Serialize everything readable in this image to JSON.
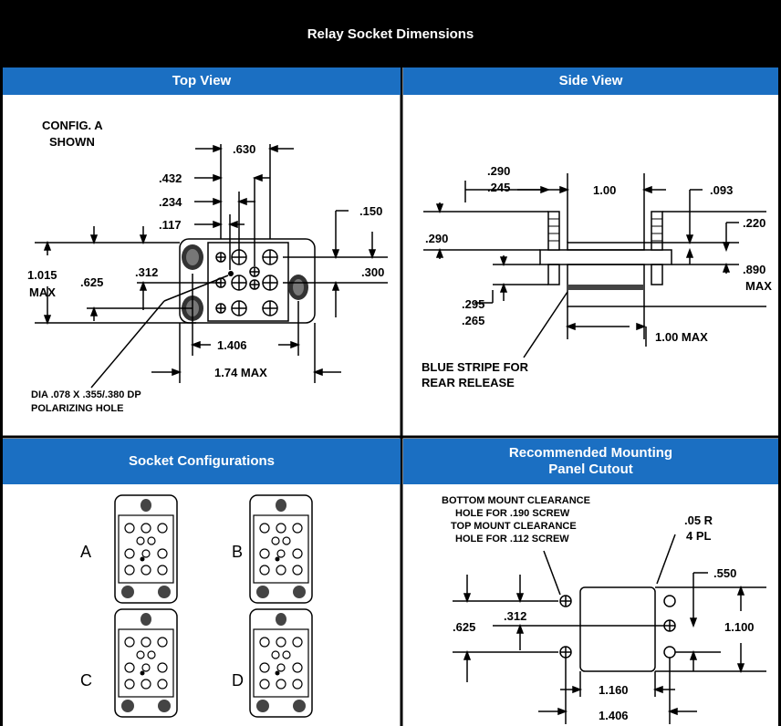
{
  "title": "Relay Socket Dimensions",
  "headers": {
    "top_view": "Top View",
    "side_view": "Side View",
    "socket_configs": "Socket Configurations",
    "mounting_line1": "Recommended Mounting",
    "mounting_line2": "Panel Cutout"
  },
  "top_view": {
    "config_line1": "CONFIG. A",
    "config_line2": "SHOWN",
    "dims": {
      "d630": ".630",
      "d432": ".432",
      "d234": ".234",
      "d117": ".117",
      "d150": ".150",
      "d1015": "1.015",
      "max": "MAX",
      "d625": ".625",
      "d312": ".312",
      "d300": ".300",
      "d1406": "1.406",
      "d174max": "1.74 MAX"
    },
    "note_line1": "DIA .078 X .355/.380 DP",
    "note_line2": "POLARIZING HOLE"
  },
  "side_view": {
    "dims": {
      "d290top": ".290",
      "d245": ".245",
      "d100": "1.00",
      "d093": ".093",
      "d290": ".290",
      "d220": ".220",
      "d890": ".890",
      "max": "MAX",
      "d295": ".295",
      "d265": ".265",
      "d100max": "1.00 MAX"
    },
    "note_line1": "BLUE STRIPE FOR",
    "note_line2": "REAR RELEASE"
  },
  "socket_configs": {
    "labels": [
      "A",
      "B",
      "C",
      "D"
    ]
  },
  "mounting": {
    "note_line1": "BOTTOM MOUNT CLEARANCE",
    "note_line2": "HOLE FOR .190 SCREW",
    "note_line3": "TOP MOUNT CLEARANCE",
    "note_line4": "HOLE FOR .112 SCREW",
    "radius_line1": ".05 R",
    "radius_line2": "4 PL",
    "dims": {
      "d550": ".550",
      "d312": ".312",
      "d625": ".625",
      "d1100": "1.100",
      "d1160": "1.160",
      "d1406": "1.406"
    }
  },
  "colors": {
    "header_blue": "#1b6fc2",
    "title_bg": "#000000"
  }
}
